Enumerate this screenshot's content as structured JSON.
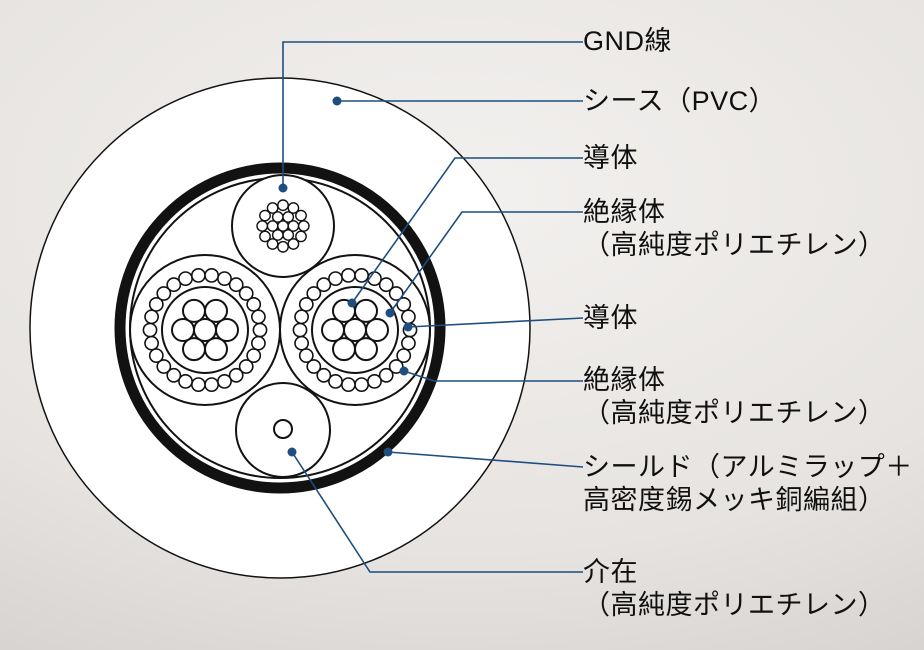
{
  "diagram": {
    "type": "cable-cross-section",
    "labels": [
      {
        "id": "gnd-wire",
        "lines": [
          "GND線"
        ]
      },
      {
        "id": "sheath",
        "lines": [
          "シース（PVC）"
        ]
      },
      {
        "id": "conductor-1",
        "lines": [
          "導体"
        ]
      },
      {
        "id": "insulator-1",
        "lines": [
          "絶縁体",
          "（高純度ポリエチレン）"
        ]
      },
      {
        "id": "conductor-2",
        "lines": [
          "導体"
        ]
      },
      {
        "id": "insulator-2",
        "lines": [
          "絶縁体",
          "（高純度ポリエチレン）"
        ]
      },
      {
        "id": "shield",
        "lines": [
          "シールド（アルミラップ＋",
          "高密度錫メッキ銅編組）"
        ]
      },
      {
        "id": "filler",
        "lines": [
          "介在",
          "（高純度ポリエチレン）"
        ]
      }
    ],
    "colors": {
      "leader": "#1d4e7f",
      "outline": "#121212",
      "core_fill": "#ffffff"
    }
  }
}
